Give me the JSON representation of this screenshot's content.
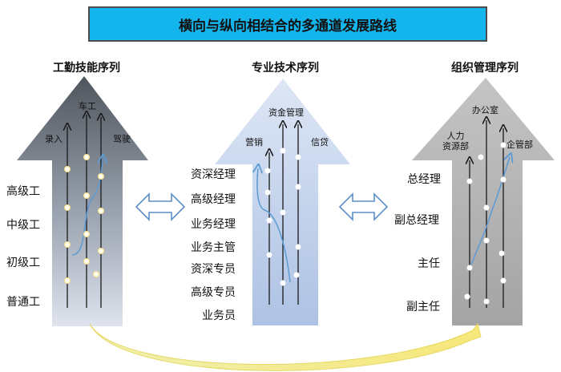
{
  "title": "横向与纵向相结合的多通道发展路线",
  "colors": {
    "title_bg": "#14b4ec",
    "arrow_left_dark": "#4f555c",
    "arrow_left_light": "#dfe4ee",
    "arrow_middle": "#c6d4ec",
    "arrow_right": "#b3b3b3",
    "curve": "#5b9bd5",
    "bottom_arrow": "#f7f3a3"
  },
  "sequences": {
    "left": {
      "title": "工勤技能序列",
      "channels": [
        "录入",
        "车工",
        "驾驶"
      ],
      "levels": [
        "高级工",
        "中级工",
        "初级工",
        "普通工"
      ]
    },
    "middle": {
      "title": "专业技术序列",
      "channels": [
        "营销",
        "资金管理",
        "信贷"
      ],
      "levels": [
        "资深经理",
        "高级经理",
        "业务经理",
        "业务主管",
        "资深专员",
        "高级专员",
        "业务员"
      ]
    },
    "right": {
      "title": "组织管理序列",
      "channels": [
        "人力资源部",
        "办公室",
        "企管部"
      ],
      "channel_lines": [
        "人力",
        "资源部"
      ],
      "levels": [
        "总经理",
        "副总经理",
        "主任",
        "副主任"
      ]
    }
  }
}
